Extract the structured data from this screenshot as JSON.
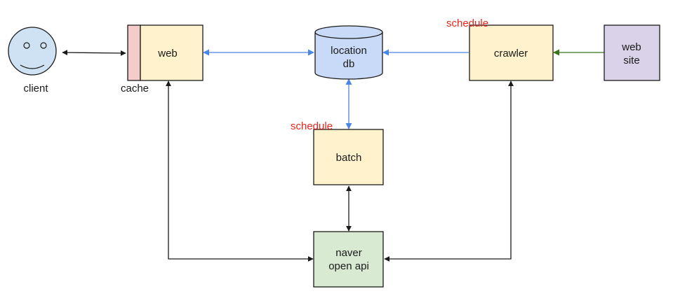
{
  "nodes": {
    "client": {
      "label": "client"
    },
    "cache": {
      "label": "cache"
    },
    "web": {
      "label": "web"
    },
    "location_db": {
      "line1": "location",
      "line2": "db"
    },
    "crawler": {
      "label": "crawler"
    },
    "web_site": {
      "line1": "web",
      "line2": "site"
    },
    "batch": {
      "label": "batch"
    },
    "naver_open_api": {
      "line1": "naver",
      "line2": "open api"
    }
  },
  "annotations": {
    "crawler_schedule": "schedule",
    "batch_schedule": "schedule"
  },
  "colors": {
    "client_fill": "#cfe2f3",
    "cache_fill": "#f4cccc",
    "web_fill": "#fff2cc",
    "db_fill": "#c9daf8",
    "crawler_fill": "#fff2cc",
    "website_fill": "#d9d2e9",
    "batch_fill": "#fff2cc",
    "api_fill": "#d9ead3",
    "blue_arrow": "#4a86e8",
    "green_arrow": "#38761d",
    "black_arrow": "#1a1a1a",
    "schedule_text": "#e8251c"
  }
}
